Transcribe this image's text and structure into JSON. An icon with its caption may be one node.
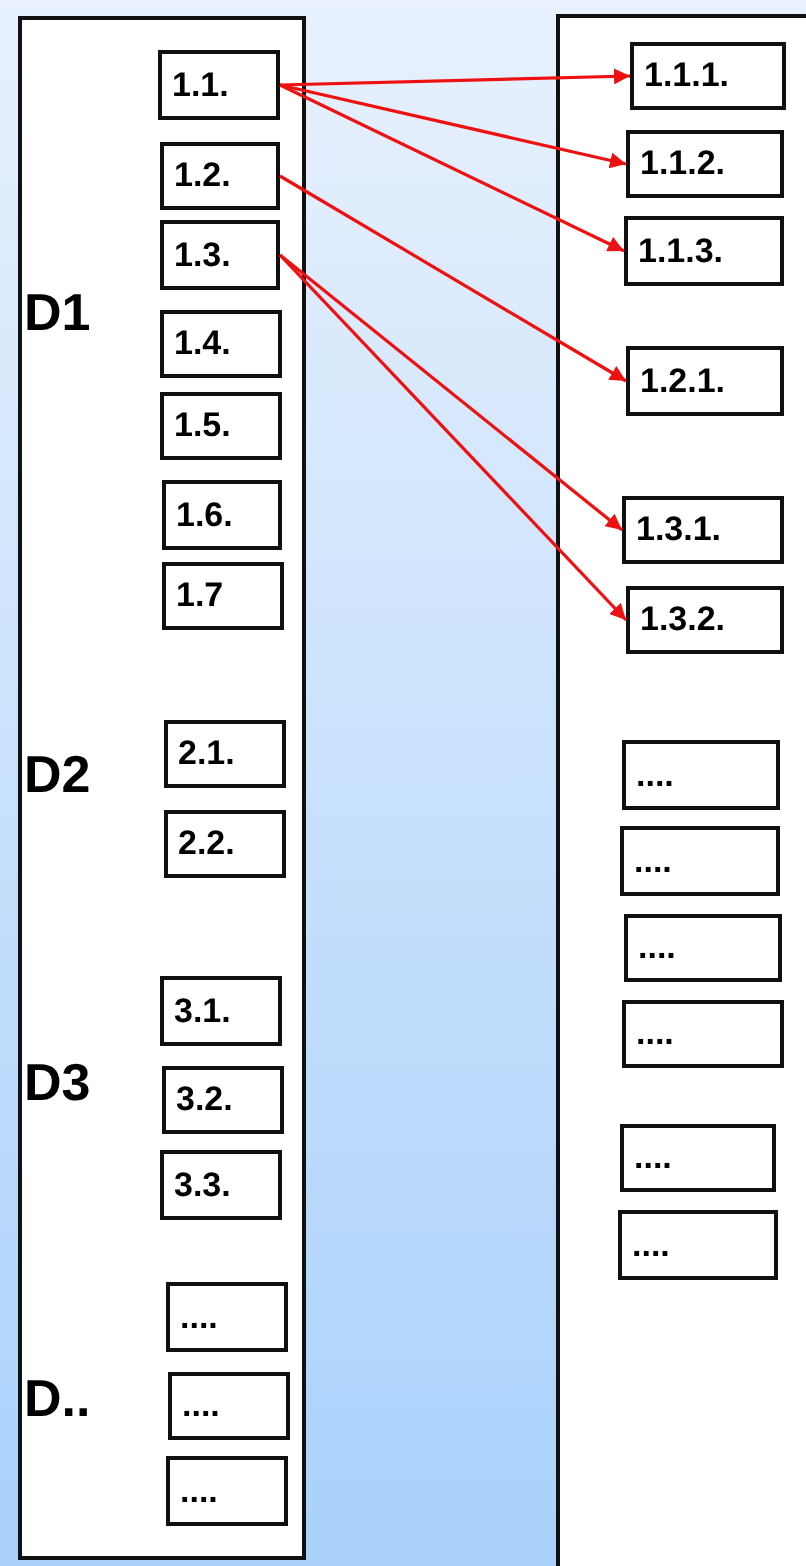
{
  "diagram": {
    "nodes": [
      {
        "text": [],
        "shape": "box"
      },
      {
        "text": [
          "1.1."
        ],
        "in": 0
      },
      {
        "text": [
          "1.2."
        ],
        "in": 0
      },
      {
        "text": [
          "1.3."
        ],
        "in": 0
      },
      {
        "text": [
          "1.4."
        ],
        "in": 0
      },
      {
        "text": [
          "1.5."
        ],
        "in": 0
      },
      {
        "text": [
          "1.6."
        ],
        "in": 0
      },
      {
        "text": [
          "1.7"
        ],
        "in": 0
      },
      {
        "text": [
          "2.1."
        ],
        "in": 0
      },
      {
        "text": [
          "2.2."
        ],
        "in": 0
      },
      {
        "text": [
          "3.1."
        ],
        "in": 0
      },
      {
        "text": [
          "3.2."
        ],
        "in": 0
      },
      {
        "text": [
          "3.3."
        ],
        "in": 0
      },
      {
        "text": [
          "...."
        ],
        "in": 0
      },
      {
        "text": [
          "...."
        ],
        "in": 0
      },
      {
        "text": [
          "...."
        ],
        "in": 0
      },
      {
        "text": [],
        "shape": "box"
      },
      {
        "text": [
          "1.1.1."
        ],
        "in": 16
      },
      {
        "text": [
          "1.1.2."
        ],
        "in": 16
      },
      {
        "text": [
          "1.1.3."
        ],
        "in": 16
      },
      {
        "text": [
          "1.2.1."
        ],
        "in": 16
      },
      {
        "text": [
          "1.3.1."
        ],
        "in": 16
      },
      {
        "text": [
          "1.3.2."
        ],
        "in": 16
      },
      {
        "text": [
          "...."
        ],
        "in": 16
      },
      {
        "text": [
          "...."
        ],
        "in": 16
      },
      {
        "text": [
          "...."
        ],
        "in": 16
      },
      {
        "text": [
          "...."
        ],
        "in": 16
      },
      {
        "text": [
          "...."
        ],
        "in": 16
      },
      {
        "text": [
          "...."
        ],
        "in": 16
      }
    ],
    "edges": [
      {
        "from": 1,
        "to": 17,
        "arrow": "to"
      },
      {
        "from": 1,
        "to": 18,
        "arrow": "to"
      },
      {
        "from": 1,
        "to": 19,
        "arrow": "to"
      },
      {
        "from": 2,
        "to": 20,
        "arrow": "to"
      },
      {
        "from": 3,
        "to": 21,
        "arrow": "to"
      },
      {
        "from": 3,
        "to": 22,
        "arrow": "to"
      }
    ],
    "labels": [
      "D1",
      "D2",
      "D3",
      "D.."
    ]
  }
}
